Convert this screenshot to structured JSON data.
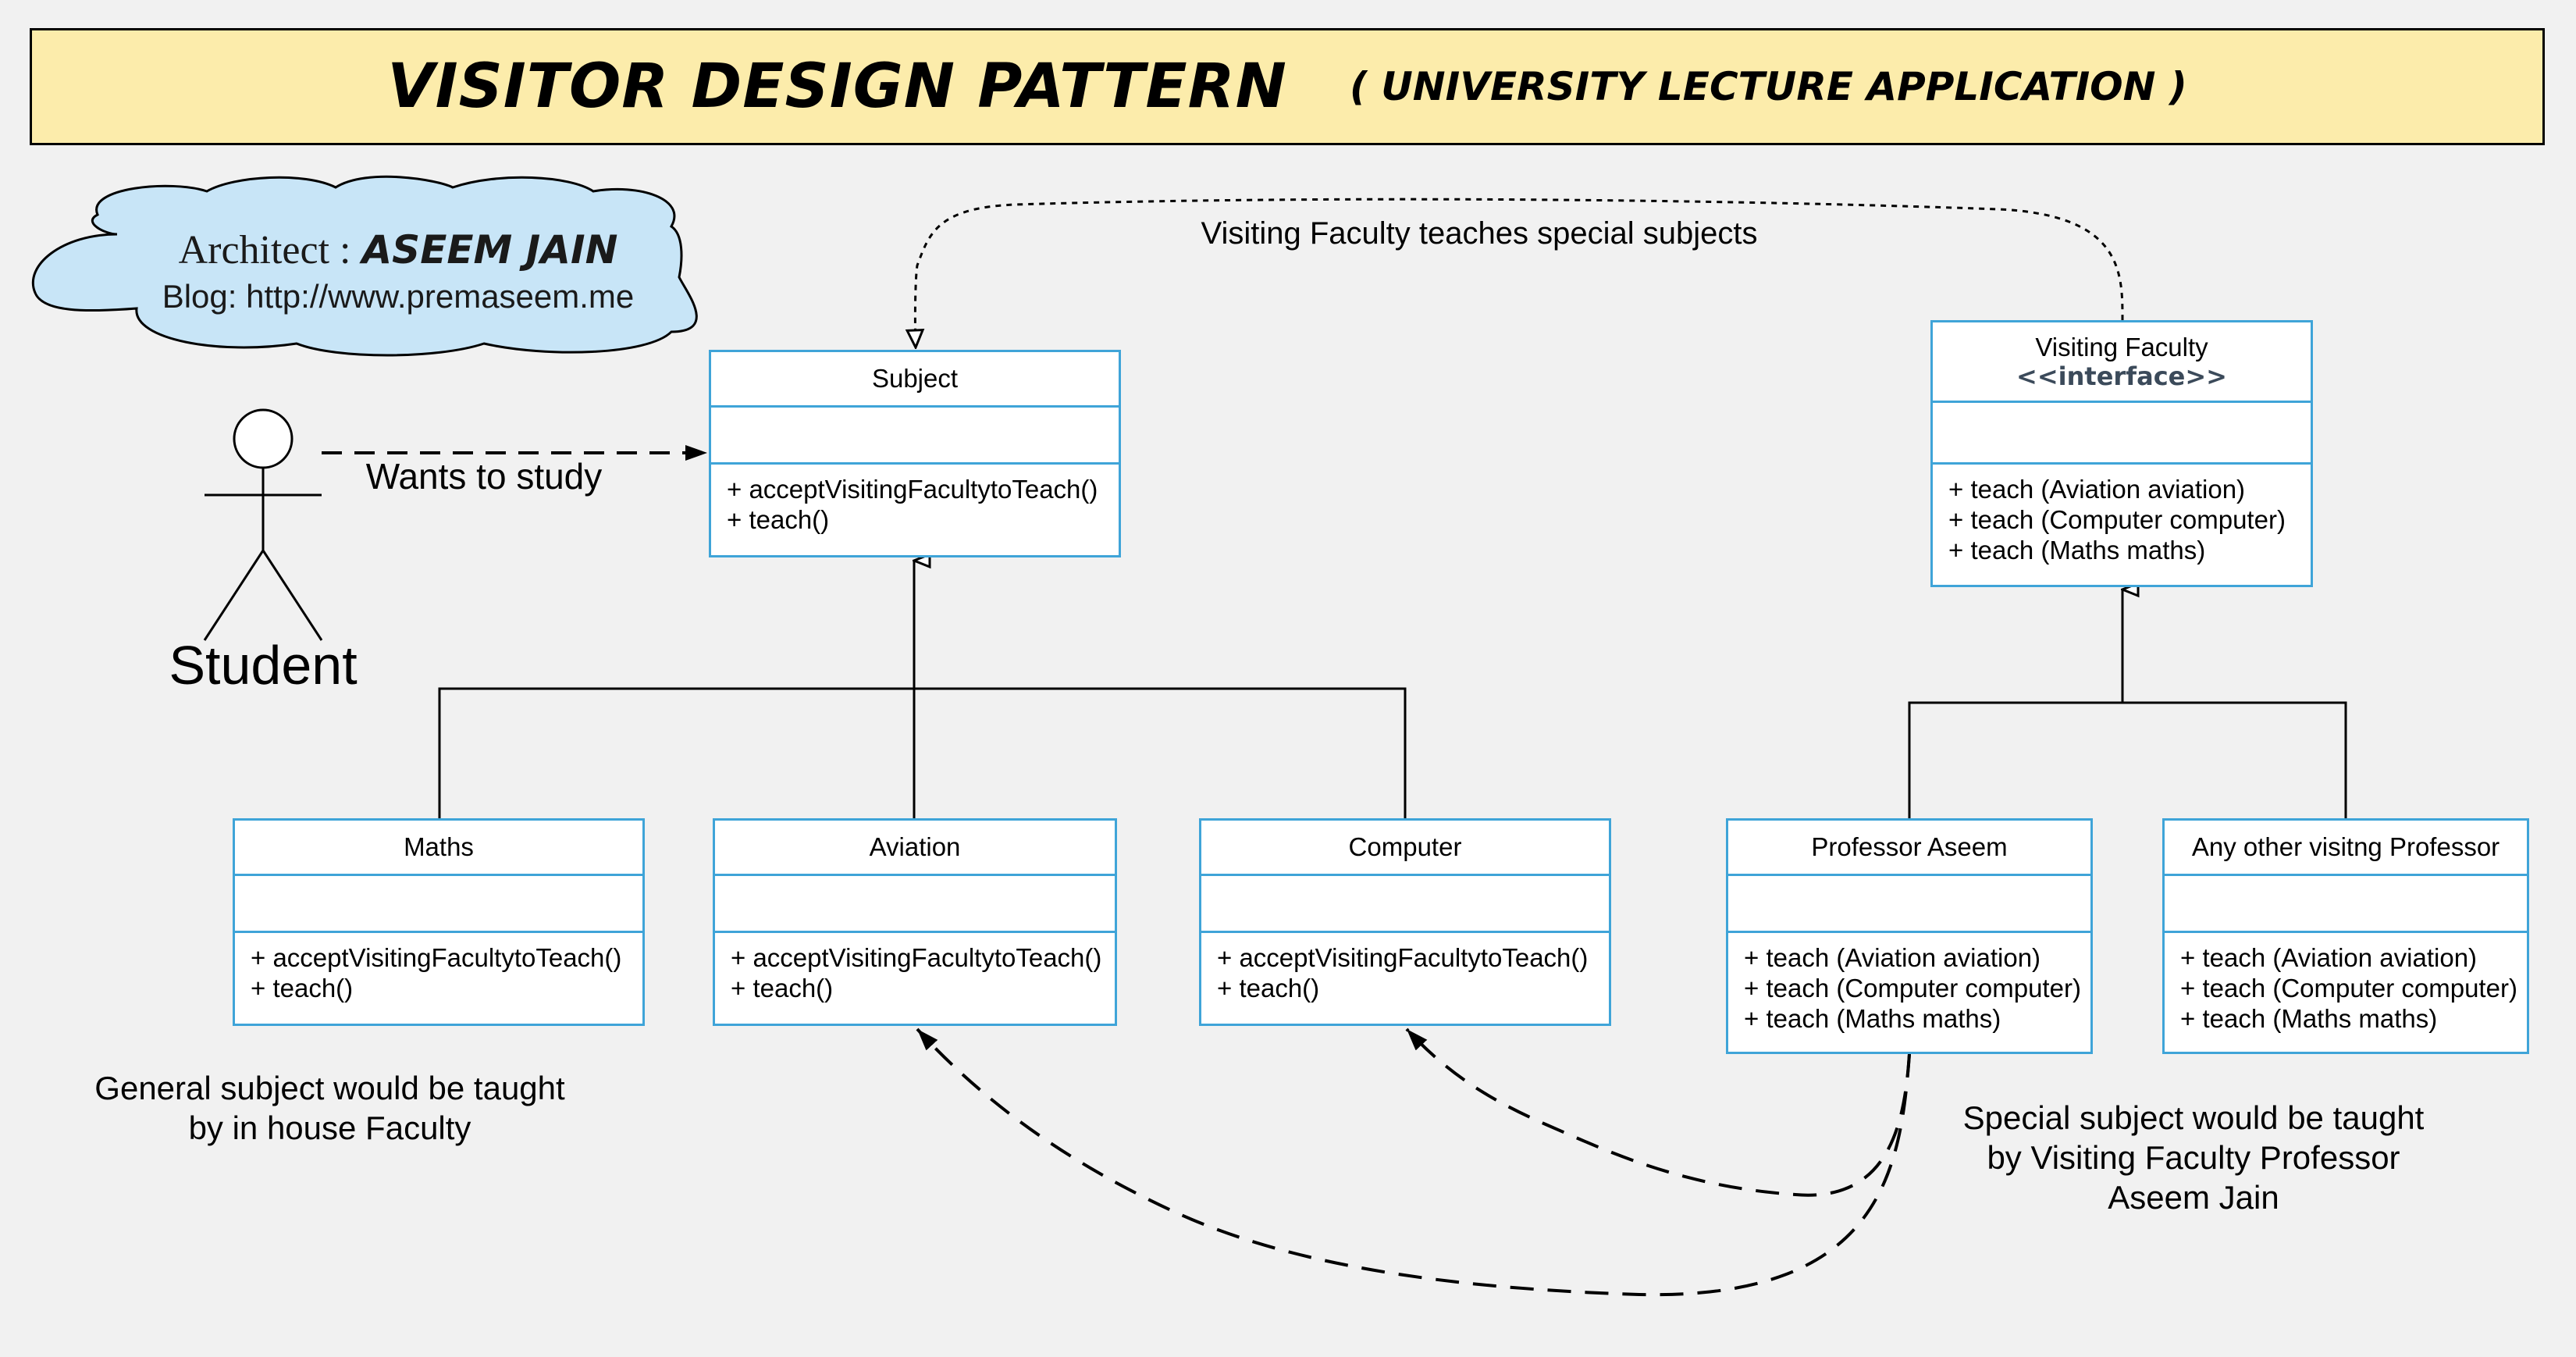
{
  "title": {
    "main": "VISITOR DESIGN PATTERN",
    "sub": "( UNIVERSITY LECTURE APPLICATION )"
  },
  "architect": {
    "label": "Architect :",
    "name": "ASEEM JAIN",
    "blog": "Blog: http://www.premaseem.me"
  },
  "actor": {
    "name": "Student",
    "relation_label": "Wants to study"
  },
  "dependency_label": "Visiting Faculty teaches special subjects",
  "classes": {
    "subject": {
      "name": "Subject",
      "ops": [
        "+ acceptVisitingFacultytoTeach()",
        "+ teach()"
      ]
    },
    "maths": {
      "name": "Maths",
      "ops": [
        "+ acceptVisitingFacultytoTeach()",
        "+ teach()"
      ]
    },
    "aviation": {
      "name": "Aviation",
      "ops": [
        "+ acceptVisitingFacultytoTeach()",
        "+ teach()"
      ]
    },
    "computer": {
      "name": "Computer",
      "ops": [
        "+ acceptVisitingFacultytoTeach()",
        "+ teach()"
      ]
    },
    "visiting_faculty": {
      "name": "Visiting Faculty",
      "stereotype": "<<interface>>",
      "ops": [
        "+ teach (Aviation aviation)",
        "+ teach (Computer computer)",
        "+ teach (Maths maths)"
      ]
    },
    "professor_aseem": {
      "name": "Professor Aseem",
      "ops": [
        "+ teach (Aviation aviation)",
        "+ teach (Computer computer)",
        "+ teach (Maths maths)"
      ]
    },
    "other_professor": {
      "name": "Any other visitng Professor",
      "ops": [
        "+ teach (Aviation aviation)",
        "+ teach (Computer computer)",
        "+ teach (Maths maths)"
      ]
    }
  },
  "notes": {
    "general": [
      "General subject would be taught",
      "by in house Faculty"
    ],
    "special": [
      "Special subject would be taught",
      "by Visiting Faculty Professor",
      "Aseem Jain"
    ]
  },
  "colors": {
    "background": "#f1f1f1",
    "title_fill": "#fcecab",
    "cloud_fill": "#c8e5f7",
    "class_border": "#3fa4d8"
  }
}
